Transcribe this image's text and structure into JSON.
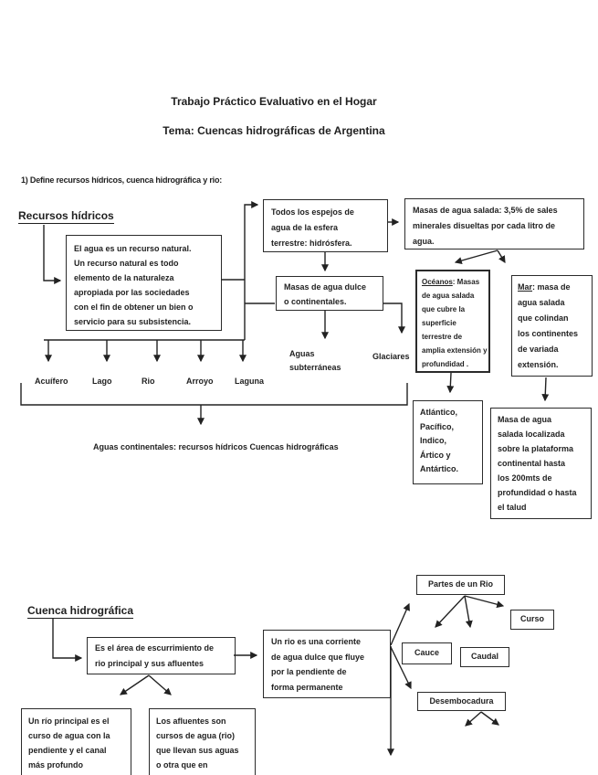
{
  "page": {
    "title1": "Trabajo Práctico Evaluativo en el Hogar",
    "title2": "Tema: Cuencas hidrográficas de Argentina",
    "question": "1) Define recursos hídricos, cuenca hidrográfica y rio:"
  },
  "recursos": {
    "heading": "Recursos hídricos",
    "box_agua": "El agua es un recurso natural.\nUn recurso natural es todo\nelemento de la naturaleza\napropiada por las sociedades\ncon el fin de obtener un bien o\nservicio para su subsistencia.",
    "box_espejos": "Todos los espejos de\nagua de la esfera\nterrestre: hidrósfera.",
    "box_salada": "Masas de agua salada: 3,5% de sales\nminerales disueltas por cada litro de\nagua.",
    "box_dulce": "Masas de agua dulce\no continentales.",
    "oceanos_term": "Océanos",
    "oceanos_rest": ": Masas\nde agua salada\nque cubre la\nsuperficie\nterrestre de\namplia extensión y\nprofundidad .",
    "mar_term": "Mar",
    "mar_rest": ": masa de\nagua salada\nque colindan\nlos continentes\nde variada\nextensión.",
    "labels": [
      "Acuífero",
      "Lago",
      "Rio",
      "Arroyo",
      "Laguna"
    ],
    "aguas_subterraneas": "Aguas\nsubterráneas",
    "glaciares": "Glaciares",
    "box_oceanos_nombres": "Atlántico,\nPacífico,\nIndico,\nÁrtico y\nAntártico.",
    "box_mar_plataforma": "Masa de agua\nsalada localizada\nsobre la plataforma\ncontinental hasta\nlos 200mts de\nprofundidad o hasta\nel talud",
    "aguas_continentales": "Aguas continentales: recursos hídricos Cuencas hidrográficas"
  },
  "cuenca": {
    "heading": "Cuenca hidrográfica",
    "box_area": "Es el área de escurrimiento de\nrio principal y sus afluentes",
    "box_rio": "Un rio es una corriente\nde agua dulce que fluye\npor la pendiente de\nforma permanente",
    "box_partes": "Partes de un Rio",
    "box_curso": "Curso",
    "box_cauce": "Cauce",
    "box_caudal": "Caudal",
    "box_desembocadura": "Desembocadura",
    "box_rio_principal": "Un río principal es el\ncurso de agua con la\npendiente y el canal\nmás profundo",
    "box_afluentes": "Los afluentes son\ncursos de agua (rio)\nque llevan sus aguas\no otra que en"
  }
}
